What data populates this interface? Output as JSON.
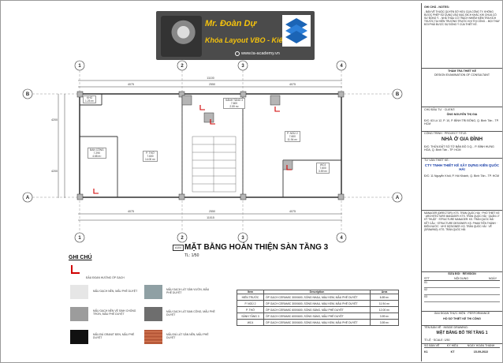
{
  "banner": {
    "name": "Mr. Đoàn Dự",
    "course": "Khóa Layout VBO - Kiến Trúc",
    "website": "www.ta-academy.vn"
  },
  "axes": {
    "columns": [
      "1",
      "2",
      "3",
      "4"
    ],
    "rows": [
      "A",
      "B"
    ],
    "top_dims": [
      "4075",
      "2550",
      "4075"
    ],
    "top_total": "11100",
    "bottom_dims": [
      "4075",
      "2550",
      "4075"
    ],
    "bottom_total": "11015",
    "side_dims": [
      "4200",
      "4200"
    ]
  },
  "rooms": [
    {
      "name": "KHO",
      "info": "1.25 m²"
    },
    {
      "name": "BAN CÔNG",
      "info": "7.290\n4.68 m²"
    },
    {
      "name": "P. THỜ",
      "info": "7.600\n14.00 m²"
    },
    {
      "name": "SẢNH TẦNG 3",
      "info": "7.600\n2.59 m²"
    },
    {
      "name": "P. NGỦ 2",
      "info": "7.600\n11.94 m²"
    },
    {
      "name": "WC4",
      "info": "7.600\n3.59 m²"
    }
  ],
  "drawing": {
    "code": "A104",
    "title": "MẶT BẰNG HOÀN THIỆN SÀN TẦNG 3",
    "scale": "TL: 1/50"
  },
  "legend": {
    "title": "GHI CHÚ",
    "items": [
      "ĐẦU ĐOAN HƯỚNG ỐP GẠCH",
      "MẪU GẠCH NỀN, MẪU PHÊ DUYỆT",
      "MẪU GẠCH NỀN VỆ SINH CHỐNG TRƠN, MẪU PHÊ DUYỆT",
      "MẪU ĐÁ GRANIT ĐEN, MẪU PHÊ DUYỆT",
      "MẪU GẠCH LÁT SÂN VƯỜN, MẪU PHÊ DUYỆT",
      "MẪU GẠCH LÁT BAN CÔNG, MẪU PHÊ DUYỆT",
      "MẪU ĐÁ LÁT SÂN NỀN, MẪU PHÊ DUYỆT"
    ],
    "colors": [
      "#e6e6e6",
      "#9c9c9c",
      "#111111",
      "#8fa0a4",
      "#6e6e6e",
      "#b85a3a"
    ]
  },
  "table": {
    "headers": [
      "Item",
      "Description",
      "Area"
    ],
    "rows": [
      [
        "HIÊN TRƯỚC",
        "ỐP GẠCH CERAMIC 300X600, SỐNG NHẠU, MÀU KEM, MẪU PHÊ DUYỆT",
        "6.89 m²"
      ],
      [
        "P. NGỦ 2",
        "ỐP GẠCH CERAMIC 300X600, SỐNG NHẠU, MÀU KEM, MẪU PHÊ DUYỆT",
        "11.94 m²"
      ],
      [
        "P. THỜ",
        "ỐP GẠCH CERAMIC 600X600, SỐNG SÁNG, MẪU PHÊ DUYỆT",
        "12.00 m²"
      ],
      [
        "SẢNH TẦNG 3",
        "ỐP GẠCH CERAMIC 600X600, SỐNG SÁNG, MẪU PHÊ DUYỆT",
        "3.59 m²"
      ],
      [
        "WC4",
        "ỐP GẠCH CERAMIC 300X600, SỐNG NHẠU, MÀU KEM, MẪU PHÊ DUYỆT",
        "3.59 m²"
      ]
    ]
  },
  "panel": {
    "notes_title": "GHI CHÚ - NOTES:",
    "notes": "- BẢN VẼ THUỘC QUYỀN SỞ HỮU CỦA CÔNG TY, KHÔNG ĐƯỢC PHÉP SỬ DỤNG VÀO MỤC ĐÍCH KHÁC KHI CHƯA CÓ SỰ ĐỒNG Ý. - NHÀ THẦU CÓ TRÁCH NHIỆM KIỂM TRA KÍCH THƯỚC TẠI HIỆN TRƯỜNG TRƯỚC KHI THI CÔNG. - MỌI THAY ĐỔI PHẢI ĐƯỢC SỰ ĐỒNG Ý CỦA THIẾT KẾ.",
    "stamp_title": "THẨM TRA THIẾT KẾ",
    "stamp_sub": "DESIGN EXAMINATION OF CONSULTANT",
    "client_label": "CHỦ ĐẦU TƯ · CLIENT:",
    "client_name": "ÔNG NGUYỄN THỊ GIA",
    "client_addr": "Đ/C: 63 Lô 12, P. 10, P. BÌNH TRỊ ĐÔNG, Q. Bình Tân - TP. HCM",
    "project_label": "CÔNG TRÌNH · PROJECT TITLE:",
    "project_name": "NHÀ Ở GIA ĐÌNH",
    "project_addr": "Đ/C: THỬA ĐẤT SỐ TỜ BẢN ĐỒ 3 Q... P. BÌNH HƯNG HÒA, Q. Bình Tân - TP. HCM",
    "consultant_label": "TƯ VẤN THIẾT KẾ:",
    "consultant_name": "CTY TNHH THIẾT KẾ XÂY DỰNG KIẾN QUỐC HẢI",
    "consultant_addr": "Đ/C: 11 Nguyễn Khối, P. Hội Khánh, Q. Bình Tân - TP. HCM",
    "staff": "MANAGER (DIRECTOR): KTS. TRẦN QUỐC HẢI · PHÓ THIẾT KẾ · ARCHITECTURE MANAGER: KTS. TRẦN QUỐC HẢI · QUẢN LÝ KỸ THUẬT · STRUCTURE MANAGER: KS. TRẦN QUỐC HẢI · KẾT CẤU · STRUCTURE DESIGNER: KS. PHẠM TIẾN THÀNH · ĐIỆN NƯỚC · M+E DESIGNER: KS. TRẦN QUỐC HẢI · VẼ (DRAWING): KTS. TRẦN QUỐC HẢI",
    "revision_label": "SỬA ĐỔI · REVISION",
    "rev_headers": [
      "STT",
      "NỘI DUNG",
      "NGÀY"
    ],
    "rev_rows": [
      "01",
      "02",
      "03"
    ],
    "phase_label": "GIAI ĐOẠN THỰC HIỆN · PERFORMANCE",
    "phase_value": "HỒ SƠ THIẾT KẾ THI CÔNG",
    "sheet_label": "TÊN BẢN VẼ · INSIDE DRAWING:",
    "sheet_title": "MẶT BẰNG BỐ TRÍ TẦNG 1",
    "scale_label": "TỈ LỆ · SCALE: 1/50",
    "code_headers": [
      "SỐ BẢN VẼ",
      "KÝ HIỆU",
      "NGÀY HOÀN THÀNH"
    ],
    "code_values": [
      "K1",
      "KT",
      "15-09-2022"
    ]
  }
}
